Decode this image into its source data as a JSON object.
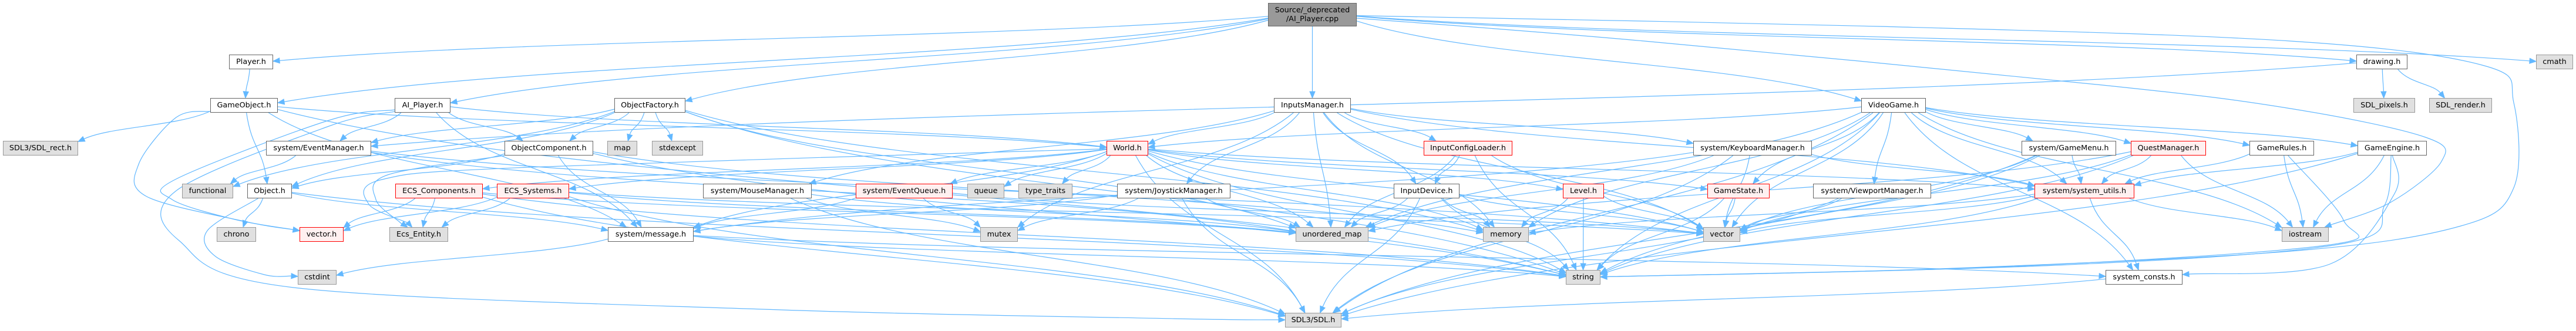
{
  "graph": {
    "nodes": [
      {
        "label": "Source/_deprecated\n/AI_Player.cpp",
        "style": "root"
      },
      {
        "label": "Player.h",
        "style": "documented"
      },
      {
        "label": "drawing.h",
        "style": "documented"
      },
      {
        "label": "cmath",
        "style": "external"
      },
      {
        "label": "GameObject.h",
        "style": "documented"
      },
      {
        "label": "AI_Player.h",
        "style": "documented"
      },
      {
        "label": "ObjectFactory.h",
        "style": "documented"
      },
      {
        "label": "InputsManager.h",
        "style": "documented"
      },
      {
        "label": "VideoGame.h",
        "style": "documented"
      },
      {
        "label": "SDL_pixels.h",
        "style": "external"
      },
      {
        "label": "SDL_render.h",
        "style": "external"
      },
      {
        "label": "SDL3/SDL_rect.h",
        "style": "external"
      },
      {
        "label": "system/EventManager.h",
        "style": "documented"
      },
      {
        "label": "ObjectComponent.h",
        "style": "documented"
      },
      {
        "label": "map",
        "style": "external"
      },
      {
        "label": "stdexcept",
        "style": "external"
      },
      {
        "label": "World.h",
        "style": "truncated"
      },
      {
        "label": "InputConfigLoader.h",
        "style": "truncated"
      },
      {
        "label": "system/KeyboardManager.h",
        "style": "documented"
      },
      {
        "label": "system/GameMenu.h",
        "style": "documented"
      },
      {
        "label": "QuestManager.h",
        "style": "truncated"
      },
      {
        "label": "GameRules.h",
        "style": "documented"
      },
      {
        "label": "GameEngine.h",
        "style": "documented"
      },
      {
        "label": "functional",
        "style": "external"
      },
      {
        "label": "Object.h",
        "style": "documented"
      },
      {
        "label": "ECS_Components.h",
        "style": "truncated"
      },
      {
        "label": "ECS_Systems.h",
        "style": "truncated"
      },
      {
        "label": "system/MouseManager.h",
        "style": "documented"
      },
      {
        "label": "system/EventQueue.h",
        "style": "truncated"
      },
      {
        "label": "queue",
        "style": "external"
      },
      {
        "label": "type_traits",
        "style": "external"
      },
      {
        "label": "system/JoystickManager.h",
        "style": "documented"
      },
      {
        "label": "InputDevice.h",
        "style": "documented"
      },
      {
        "label": "Level.h",
        "style": "truncated"
      },
      {
        "label": "GameState.h",
        "style": "truncated"
      },
      {
        "label": "system/ViewportManager.h",
        "style": "documented"
      },
      {
        "label": "system/system_utils.h",
        "style": "truncated"
      },
      {
        "label": "chrono",
        "style": "external"
      },
      {
        "label": "vector.h",
        "style": "truncated"
      },
      {
        "label": "Ecs_Entity.h",
        "style": "external"
      },
      {
        "label": "system/message.h",
        "style": "documented"
      },
      {
        "label": "mutex",
        "style": "external"
      },
      {
        "label": "unordered_map",
        "style": "external"
      },
      {
        "label": "memory",
        "style": "external"
      },
      {
        "label": "vector",
        "style": "external"
      },
      {
        "label": "iostream",
        "style": "external"
      },
      {
        "label": "cstdint",
        "style": "external"
      },
      {
        "label": "string",
        "style": "external"
      },
      {
        "label": "system_consts.h",
        "style": "documented"
      },
      {
        "label": "SDL3/SDL.h",
        "style": "external"
      }
    ],
    "edges": [
      [
        "Source/_deprecated\n/AI_Player.cpp",
        "Player.h"
      ],
      [
        "Source/_deprecated\n/AI_Player.cpp",
        "GameObject.h"
      ],
      [
        "Source/_deprecated\n/AI_Player.cpp",
        "AI_Player.h"
      ],
      [
        "Source/_deprecated\n/AI_Player.cpp",
        "ObjectFactory.h"
      ],
      [
        "Source/_deprecated\n/AI_Player.cpp",
        "InputsManager.h"
      ],
      [
        "Source/_deprecated\n/AI_Player.cpp",
        "VideoGame.h"
      ],
      [
        "Source/_deprecated\n/AI_Player.cpp",
        "drawing.h"
      ],
      [
        "Source/_deprecated\n/AI_Player.cpp",
        "cmath"
      ],
      [
        "Source/_deprecated\n/AI_Player.cpp",
        "iostream"
      ],
      [
        "Source/_deprecated\n/AI_Player.cpp",
        "string"
      ],
      [
        "Player.h",
        "GameObject.h"
      ],
      [
        "drawing.h",
        "SDL_pixels.h"
      ],
      [
        "drawing.h",
        "SDL_render.h"
      ],
      [
        "drawing.h",
        "system/EventManager.h"
      ],
      [
        "GameObject.h",
        "SDL3/SDL_rect.h"
      ],
      [
        "GameObject.h",
        "Object.h"
      ],
      [
        "GameObject.h",
        "World.h"
      ],
      [
        "GameObject.h",
        "vector.h"
      ],
      [
        "GameObject.h",
        "system/message.h"
      ],
      [
        "GameObject.h",
        "string"
      ],
      [
        "AI_Player.h",
        "system/EventManager.h"
      ],
      [
        "AI_Player.h",
        "ObjectComponent.h"
      ],
      [
        "AI_Player.h",
        "World.h"
      ],
      [
        "AI_Player.h",
        "vector.h"
      ],
      [
        "AI_Player.h",
        "system/message.h"
      ],
      [
        "AI_Player.h",
        "SDL3/SDL.h"
      ],
      [
        "ObjectFactory.h",
        "map"
      ],
      [
        "ObjectFactory.h",
        "stdexcept"
      ],
      [
        "ObjectFactory.h",
        "system/EventManager.h"
      ],
      [
        "ObjectFactory.h",
        "ObjectComponent.h"
      ],
      [
        "ObjectFactory.h",
        "Object.h"
      ],
      [
        "ObjectFactory.h",
        "functional"
      ],
      [
        "ObjectFactory.h",
        "unordered_map"
      ],
      [
        "ObjectFactory.h",
        "memory"
      ],
      [
        "ObjectFactory.h",
        "string"
      ],
      [
        "InputsManager.h",
        "World.h"
      ],
      [
        "InputsManager.h",
        "InputConfigLoader.h"
      ],
      [
        "InputsManager.h",
        "system/KeyboardManager.h"
      ],
      [
        "InputsManager.h",
        "system/MouseManager.h"
      ],
      [
        "InputsManager.h",
        "system/JoystickManager.h"
      ],
      [
        "InputsManager.h",
        "InputDevice.h"
      ],
      [
        "InputsManager.h",
        "system/system_utils.h"
      ],
      [
        "InputsManager.h",
        "mutex"
      ],
      [
        "InputsManager.h",
        "unordered_map"
      ],
      [
        "InputsManager.h",
        "memory"
      ],
      [
        "InputsManager.h",
        "vector"
      ],
      [
        "VideoGame.h",
        "World.h"
      ],
      [
        "VideoGame.h",
        "system/GameMenu.h"
      ],
      [
        "VideoGame.h",
        "QuestManager.h"
      ],
      [
        "VideoGame.h",
        "GameRules.h"
      ],
      [
        "VideoGame.h",
        "GameEngine.h"
      ],
      [
        "VideoGame.h",
        "GameState.h"
      ],
      [
        "VideoGame.h",
        "system/ViewportManager.h"
      ],
      [
        "VideoGame.h",
        "system/system_utils.h"
      ],
      [
        "VideoGame.h",
        "unordered_map"
      ],
      [
        "VideoGame.h",
        "memory"
      ],
      [
        "VideoGame.h",
        "vector"
      ],
      [
        "VideoGame.h",
        "iostream"
      ],
      [
        "VideoGame.h",
        "string"
      ],
      [
        "VideoGame.h",
        "system_consts.h"
      ],
      [
        "VideoGame.h",
        "SDL3/SDL.h"
      ],
      [
        "system/EventManager.h",
        "functional"
      ],
      [
        "system/EventManager.h",
        "unordered_map"
      ],
      [
        "system/EventManager.h",
        "vector"
      ],
      [
        "ObjectComponent.h",
        "Object.h"
      ],
      [
        "ObjectComponent.h",
        "Ecs_Entity.h"
      ],
      [
        "ObjectComponent.h",
        "system/message.h"
      ],
      [
        "ObjectComponent.h",
        "memory"
      ],
      [
        "ObjectComponent.h",
        "string"
      ],
      [
        "World.h",
        "ECS_Components.h"
      ],
      [
        "World.h",
        "ECS_Systems.h"
      ],
      [
        "World.h",
        "system/EventQueue.h"
      ],
      [
        "World.h",
        "queue"
      ],
      [
        "World.h",
        "type_traits"
      ],
      [
        "World.h",
        "Level.h"
      ],
      [
        "World.h",
        "GameState.h"
      ],
      [
        "World.h",
        "system/system_utils.h"
      ],
      [
        "World.h",
        "Ecs_Entity.h"
      ],
      [
        "World.h",
        "system/message.h"
      ],
      [
        "World.h",
        "unordered_map"
      ],
      [
        "World.h",
        "memory"
      ],
      [
        "World.h",
        "vector"
      ],
      [
        "World.h",
        "string"
      ],
      [
        "World.h",
        "SDL3/SDL.h"
      ],
      [
        "InputConfigLoader.h",
        "InputDevice.h"
      ],
      [
        "InputConfigLoader.h",
        "unordered_map"
      ],
      [
        "InputConfigLoader.h",
        "vector"
      ],
      [
        "InputConfigLoader.h",
        "string"
      ],
      [
        "system/KeyboardManager.h",
        "system/system_utils.h"
      ],
      [
        "system/KeyboardManager.h",
        "system/message.h"
      ],
      [
        "system/KeyboardManager.h",
        "unordered_map"
      ],
      [
        "system/KeyboardManager.h",
        "vector"
      ],
      [
        "system/KeyboardManager.h",
        "SDL3/SDL.h"
      ],
      [
        "system/GameMenu.h",
        "system/system_utils.h"
      ],
      [
        "system/GameMenu.h",
        "vector"
      ],
      [
        "system/GameMenu.h",
        "string"
      ],
      [
        "system/GameMenu.h",
        "SDL3/SDL.h"
      ],
      [
        "QuestManager.h",
        "system/system_utils.h"
      ],
      [
        "QuestManager.h",
        "unordered_map"
      ],
      [
        "QuestManager.h",
        "vector"
      ],
      [
        "QuestManager.h",
        "iostream"
      ],
      [
        "QuestManager.h",
        "string"
      ],
      [
        "GameRules.h",
        "system/system_utils.h"
      ],
      [
        "GameRules.h",
        "iostream"
      ],
      [
        "GameRules.h",
        "string"
      ],
      [
        "GameEngine.h",
        "system/system_utils.h"
      ],
      [
        "GameEngine.h",
        "iostream"
      ],
      [
        "GameEngine.h",
        "system_consts.h"
      ],
      [
        "GameEngine.h",
        "string"
      ],
      [
        "GameEngine.h",
        "SDL3/SDL.h"
      ],
      [
        "Object.h",
        "chrono"
      ],
      [
        "Object.h",
        "system/message.h"
      ],
      [
        "Object.h",
        "cstdint"
      ],
      [
        "Object.h",
        "string"
      ],
      [
        "ECS_Components.h",
        "vector.h"
      ],
      [
        "ECS_Components.h",
        "Ecs_Entity.h"
      ],
      [
        "ECS_Components.h",
        "unordered_map"
      ],
      [
        "ECS_Components.h",
        "string"
      ],
      [
        "ECS_Components.h",
        "SDL3/SDL.h"
      ],
      [
        "ECS_Systems.h",
        "vector.h"
      ],
      [
        "ECS_Systems.h",
        "Ecs_Entity.h"
      ],
      [
        "ECS_Systems.h",
        "unordered_map"
      ],
      [
        "ECS_Systems.h",
        "vector"
      ],
      [
        "ECS_Systems.h",
        "SDL3/SDL.h"
      ],
      [
        "system/MouseManager.h",
        "mutex"
      ],
      [
        "system/MouseManager.h",
        "unordered_map"
      ],
      [
        "system/MouseManager.h",
        "SDL3/SDL.h"
      ],
      [
        "system/EventQueue.h",
        "system/message.h"
      ],
      [
        "system/EventQueue.h",
        "mutex"
      ],
      [
        "system/EventQueue.h",
        "vector"
      ],
      [
        "system/JoystickManager.h",
        "system/message.h"
      ],
      [
        "system/JoystickManager.h",
        "mutex"
      ],
      [
        "system/JoystickManager.h",
        "unordered_map"
      ],
      [
        "system/JoystickManager.h",
        "SDL3/SDL.h"
      ],
      [
        "InputDevice.h",
        "unordered_map"
      ],
      [
        "InputDevice.h",
        "memory"
      ],
      [
        "InputDevice.h",
        "vector"
      ],
      [
        "InputDevice.h",
        "string"
      ],
      [
        "InputDevice.h",
        "SDL3/SDL.h"
      ],
      [
        "Level.h",
        "memory"
      ],
      [
        "Level.h",
        "vector"
      ],
      [
        "Level.h",
        "string"
      ],
      [
        "GameState.h",
        "vector"
      ],
      [
        "GameState.h",
        "string"
      ],
      [
        "system/ViewportManager.h",
        "vector"
      ],
      [
        "system/ViewportManager.h",
        "SDL3/SDL.h"
      ],
      [
        "system/system_utils.h",
        "memory"
      ],
      [
        "system/system_utils.h",
        "vector"
      ],
      [
        "system/system_utils.h",
        "iostream"
      ],
      [
        "system/system_utils.h",
        "string"
      ],
      [
        "system/system_utils.h",
        "system_consts.h"
      ],
      [
        "system/message.h",
        "cstdint"
      ],
      [
        "system/message.h",
        "string"
      ],
      [
        "system/message.h",
        "system_consts.h"
      ],
      [
        "system_consts.h",
        "SDL3/SDL.h"
      ]
    ]
  },
  "colors": {
    "edge": "#63b8ff",
    "text": "#000000",
    "root_fill": "#999999",
    "root_border": "#666666",
    "documented_fill": "#ffffff",
    "documented_border": "#666666",
    "external_fill": "#e0e0e0",
    "external_border": "#999999",
    "truncated_fill": "#fff0f0",
    "truncated_border": "#ff0000"
  }
}
